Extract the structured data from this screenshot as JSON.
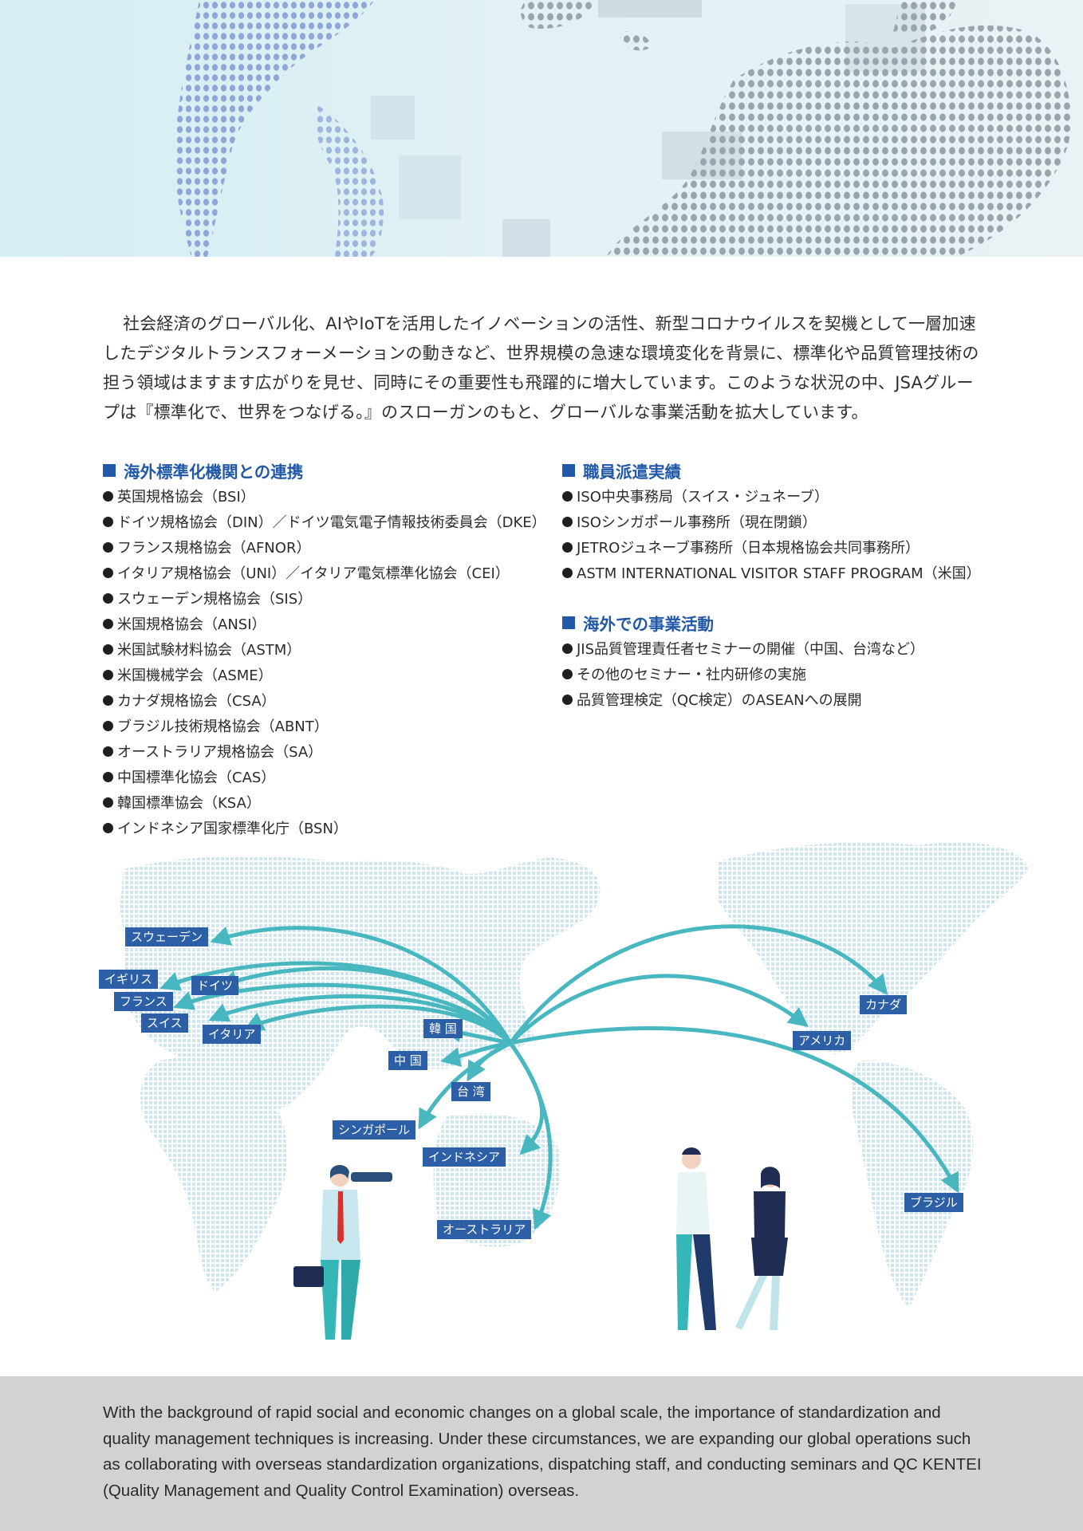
{
  "intro": {
    "text": "社会経済のグローバル化、AIやIoTを活用したイノベーションの活性、新型コロナウイルスを契機として一層加速したデジタルトランスフォーメーションの動きなど、世界規模の急速な環境変化を背景に、標準化や品質管理技術の担う領域はますます広がりを見せ、同時にその重要性も飛躍的に増大しています。このような状況の中、JSAグループは『標準化で、世界をつなげる。』のスローガンのもと、グローバルな事業活動を拡大しています。"
  },
  "partners": {
    "heading": "海外標準化機関との連携",
    "items": [
      "英国規格協会（BSI）",
      "ドイツ規格協会（DIN）／ドイツ電気電子情報技術委員会（DKE）",
      "フランス規格協会（AFNOR）",
      "イタリア規格協会（UNI）／イタリア電気標準化協会（CEI）",
      "スウェーデン規格協会（SIS）",
      "米国規格協会（ANSI）",
      "米国試験材料協会（ASTM）",
      "米国機械学会（ASME）",
      "カナダ規格協会（CSA）",
      "ブラジル技術規格協会（ABNT）",
      "オーストラリア規格協会（SA）",
      "中国標準化協会（CAS）",
      "韓国標準協会（KSA）",
      "インドネシア国家標準化庁（BSN）"
    ]
  },
  "dispatch": {
    "heading": "職員派遣実績",
    "items": [
      "ISO中央事務局（スイス・ジュネーブ）",
      "ISOシンガポール事務所（現在閉鎖）",
      "JETROジュネーブ事務所（日本規格協会共同事務所）",
      "ASTM INTERNATIONAL VISITOR STAFF PROGRAM（米国）"
    ]
  },
  "overseas": {
    "heading": "海外での事業活動",
    "items": [
      "JIS品質管理責任者セミナーの開催（中国、台湾など）",
      "その他のセミナー・社内研修の実施",
      "品質管理検定（QC検定）のASEANへの展開"
    ]
  },
  "map": {
    "labels": {
      "sweden": "スウェーデン",
      "uk": "イギリス",
      "germany": "ドイツ",
      "france": "フランス",
      "switzerland": "スイス",
      "italy": "イタリア",
      "korea": "韓 国",
      "china": "中 国",
      "taiwan": "台 湾",
      "singapore": "シンガポール",
      "indonesia": "インドネシア",
      "australia": "オーストラリア",
      "canada": "カナダ",
      "usa": "アメリカ",
      "brazil": "ブラジル"
    },
    "colors": {
      "label_bg": "#2c5fa6",
      "arrow": "#3fb4bd",
      "dots": "#cfe6f1"
    }
  },
  "footer": {
    "text": "With the background of rapid social and economic changes on a global scale, the importance of standardization and quality management techniques is increasing. Under these circumstances, we are expanding our global operations such as collaborating with overseas standardization organizations, dispatching staff, and conducting seminars and QC KENTEI (Quality Management and Quality Control Examination) overseas."
  }
}
